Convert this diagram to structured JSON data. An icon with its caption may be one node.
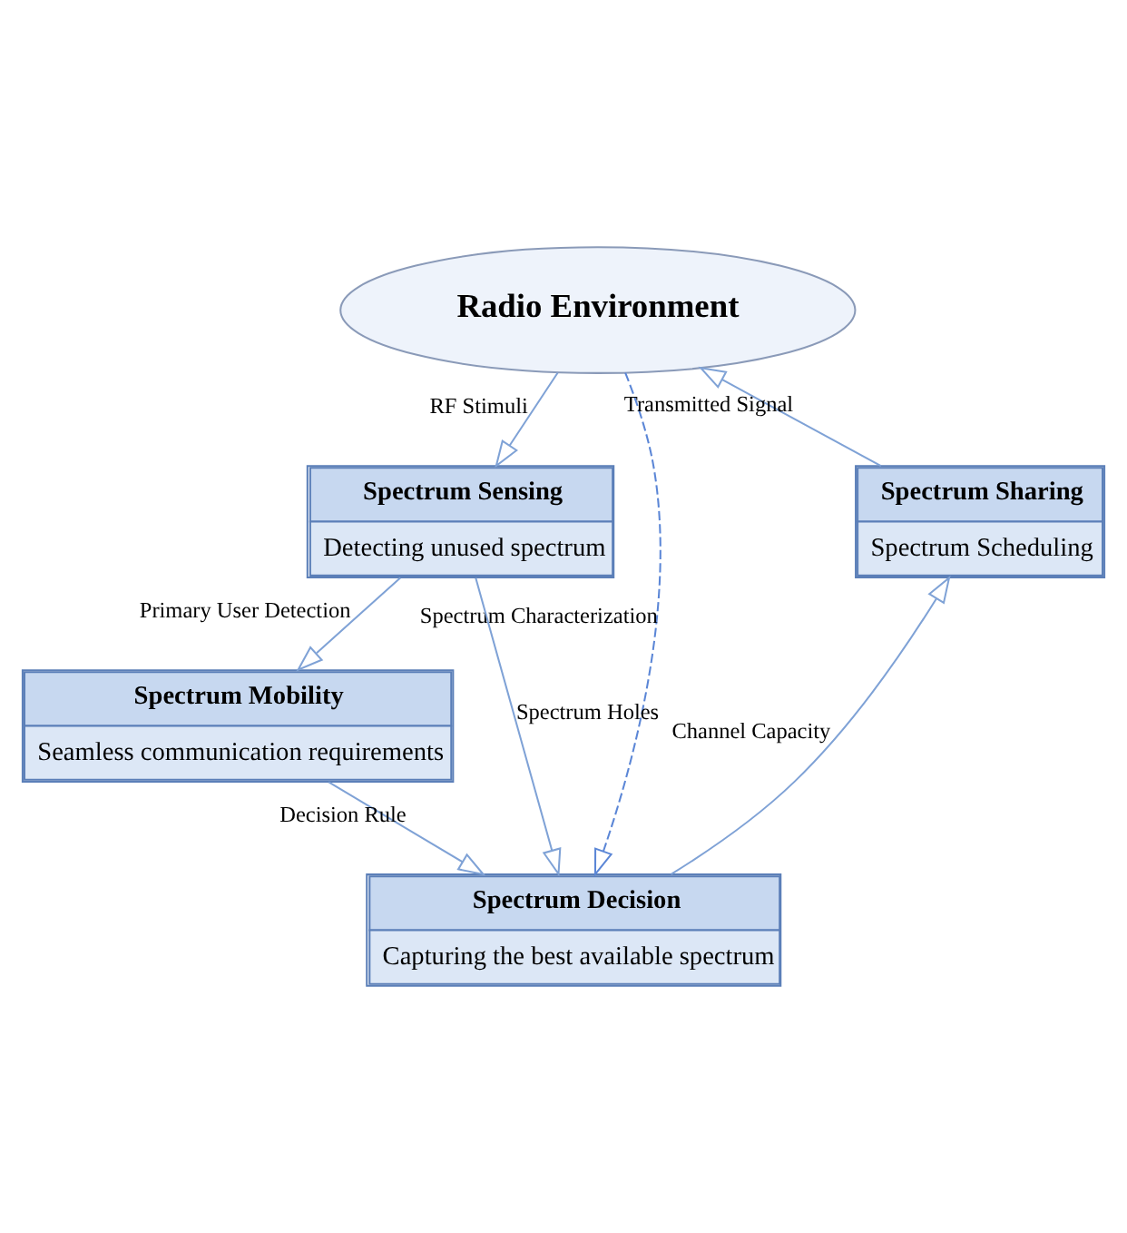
{
  "diagram": {
    "nodes": [
      {
        "text": [
          "Radio Environment"
        ]
      },
      {
        "text": [
          "Spectrum Sharing",
          "Spectrum Scheduling"
        ]
      },
      {
        "text": [
          "Spectrum Sensing",
          "Detecting unused spectrum"
        ]
      },
      {
        "text": [
          "Spectrum Mobility",
          "Seamless communication requirements"
        ]
      },
      {
        "text": [
          "Spectrum Decision",
          "Capturing the best available spectrum"
        ]
      }
    ],
    "edges": [
      {
        "from": 1,
        "to": 0,
        "arrow": "to",
        "label": "Transmitted Signal"
      },
      {
        "from": 0,
        "to": 2,
        "arrow": "to",
        "label": "RF Stimuli"
      },
      {
        "from": 0,
        "to": 4,
        "arrow": "to",
        "label": "Spectrum Characterization",
        "style": "dashed",
        "color": "#5b86d6"
      },
      {
        "from": 2,
        "to": 3,
        "arrow": "to",
        "label": "Primary User Detection"
      },
      {
        "from": 2,
        "to": 4,
        "arrow": "to",
        "label": "Spectrum Holes"
      },
      {
        "from": 3,
        "to": 4,
        "arrow": "to",
        "label": "Decision Rule"
      },
      {
        "from": 4,
        "to": 1,
        "arrow": "to",
        "label": "Channel Capacity"
      }
    ]
  }
}
